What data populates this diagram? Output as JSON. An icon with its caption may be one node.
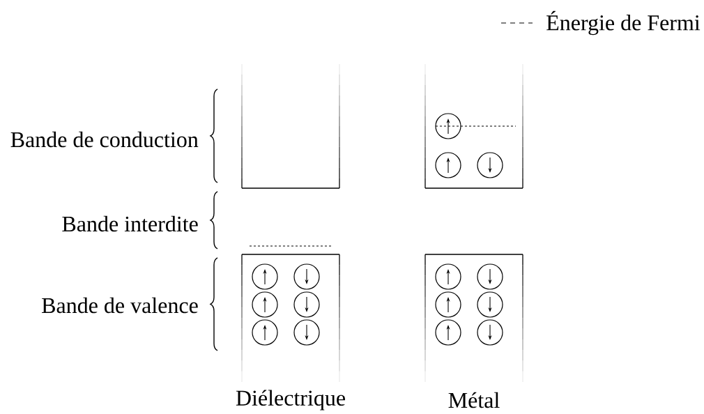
{
  "diagram": {
    "labels": [
      "Bande de conduction",
      "Bande interdite",
      "Bande de valence",
      "Diélectrique",
      "Métal"
    ],
    "legend": [
      {
        "text": "Énergie de Fermi"
      }
    ]
  }
}
